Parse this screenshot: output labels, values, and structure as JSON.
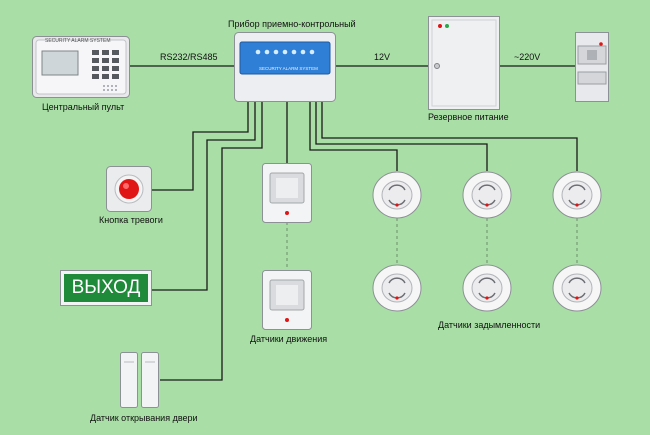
{
  "labels": {
    "central_panel": "Центральный пульт",
    "control_panel": "Прибор приемно-контрольный",
    "interface": "RS232/RS485",
    "volt12": "12V",
    "volt220": "~220V",
    "backup_power": "Резервное питание",
    "alarm_button": "Кнопка тревоги",
    "motion_sensors": "Датчики движения",
    "smoke_sensors": "Датчики задымленности",
    "door_sensor": "Датчик открывания двери",
    "exit_sign": "ВЫХОД",
    "keypad_brand": "SECURITY ALARM SYSTEM",
    "panel_brand": "SECURITY ALARM SYSTEM"
  },
  "colors": {
    "background": "#a9dfa6",
    "wire": "#1a1a1a",
    "exit_green": "#1f8a3a",
    "panel_blue": "#2f7fd6",
    "alarm_red": "#e01515"
  },
  "icons": {
    "central_panel": "keypad-console-icon",
    "alarm_button": "red-alarm-button-icon",
    "motion_sensor": "pir-motion-sensor-icon",
    "smoke_sensor": "smoke-detector-icon",
    "door_sensor": "magnetic-door-contact-icon",
    "breaker": "circuit-breaker-icon",
    "power_box": "backup-power-box-icon"
  }
}
